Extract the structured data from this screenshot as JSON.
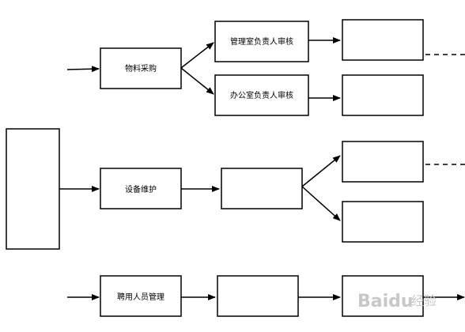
{
  "nodes": {
    "material_purchase": "物料采购",
    "manager_review_1": "管理室负责人审核",
    "office_review": "办公室负责人审核",
    "equipment_maintenance": "设备维护",
    "hiring_management": "聘用人员管理"
  },
  "watermark": {
    "brand": "Baidu",
    "suffix": "经验"
  }
}
